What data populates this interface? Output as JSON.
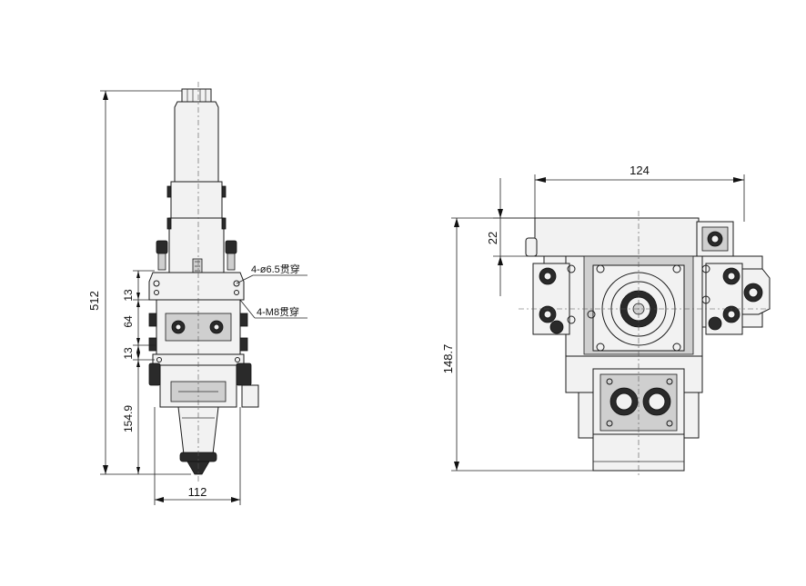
{
  "side_view": {
    "total_height": "512",
    "width": "112",
    "dim_13_top": "13",
    "dim_64": "64",
    "dim_13_bottom": "13",
    "dim_154_9": "154.9",
    "note_holes": "4-ø6.5贯穿",
    "note_threads": "4-M8贯穿"
  },
  "top_view": {
    "width": "124",
    "offset": "22",
    "height": "148.7"
  }
}
